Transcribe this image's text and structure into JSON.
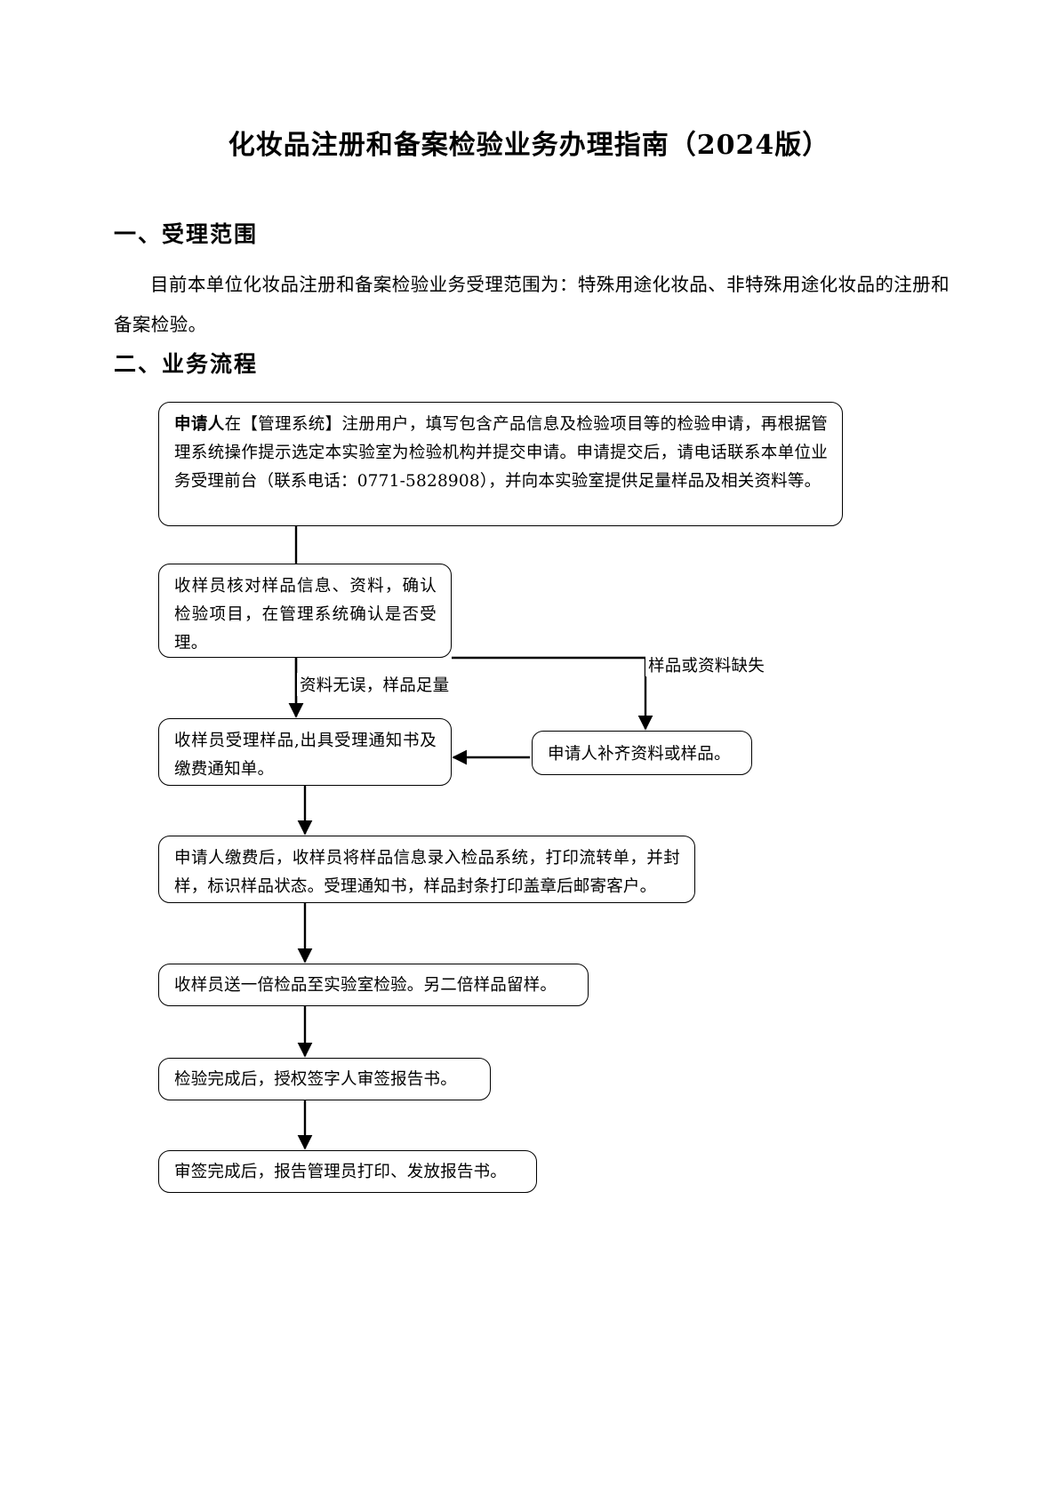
{
  "document": {
    "title": "化妆品注册和备案检验业务办理指南（2024版）"
  },
  "sections": [
    {
      "heading": "一、受理范围",
      "paragraph": "目前本单位化妆品注册和备案检验业务受理范围为：特殊用途化妆品、非特殊用途化妆品的注册和备案检验。"
    },
    {
      "heading": "二、业务流程"
    }
  ],
  "flowchart": {
    "contact_phone": "0771-5828908",
    "nodes": [
      {
        "id": "box-1",
        "lead": "申请人",
        "text": "在【管理系统】注册用户，填写包含产品信息及检验项目等的检验申请，再根据管理系统操作提示选定本实验室为检验机构并提交申请。申请提交后，请电话联系本单位业务受理前台（联系电话：0771-5828908），并向本实验室提供足量样品及相关资料等。"
      },
      {
        "id": "box-2",
        "text": "收样员核对样品信息、资料，确认检验项目，在管理系统确认是否受理。"
      },
      {
        "id": "box-3",
        "text": "收样员受理样品,出具受理通知书及缴费通知单。"
      },
      {
        "id": "box-4",
        "text": "申请人补齐资料或样品。"
      },
      {
        "id": "box-5",
        "text": "申请人缴费后，收样员将样品信息录入检品系统，打印流转单，并封样，标识样品状态。受理通知书，样品封条打印盖章后邮寄客户。"
      },
      {
        "id": "box-6",
        "text": "收样员送一倍检品至实验室检验。另二倍样品留样。"
      },
      {
        "id": "box-7",
        "text": "检验完成后，授权签字人审签报告书。"
      },
      {
        "id": "box-8",
        "text": "审签完成后，报告管理员打印、发放报告书。"
      }
    ],
    "edge_labels": {
      "accept": "资料无误，样品足量",
      "reject": "样品或资料缺失"
    }
  }
}
